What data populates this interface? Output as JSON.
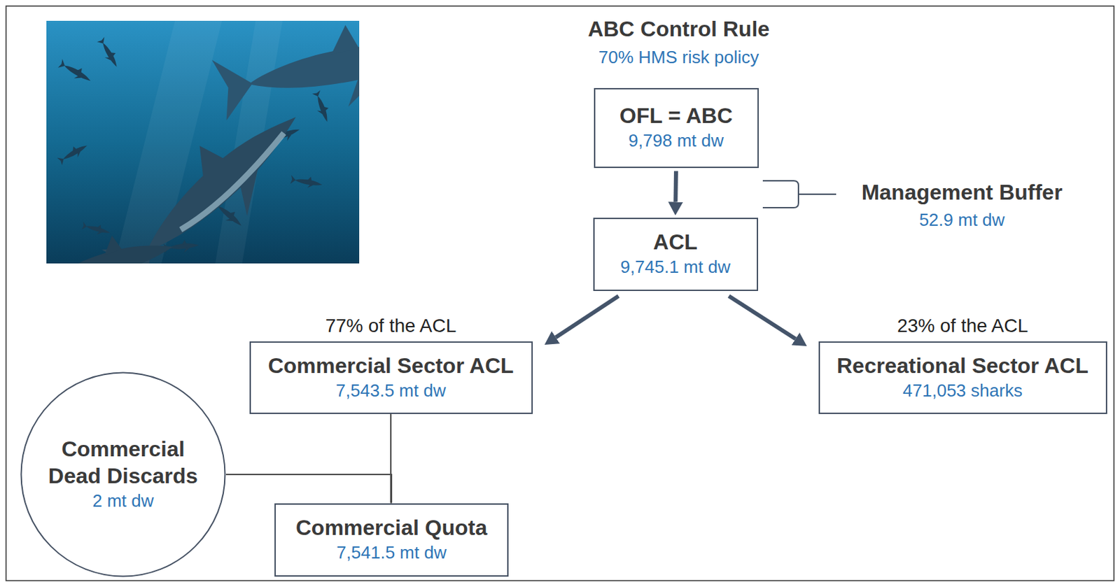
{
  "diagram": {
    "nodes": [
      {
        "text": [
          "OFL = ABC",
          "9,798 mt dw"
        ]
      },
      {
        "text": [
          "ACL",
          "9,745.1 mt dw"
        ]
      },
      {
        "text": [
          "77% of the ACL",
          "Commercial Sector ACL",
          "7,543.5 mt dw"
        ]
      },
      {
        "text": [
          "23% of the ACL",
          "Recreational Sector ACL",
          "471,053 sharks"
        ]
      },
      {
        "text": [
          "Commercial Dead Discards",
          "2 mt dw"
        ]
      },
      {
        "text": [
          "Commercial Quota",
          "7,541.5 mt dw"
        ]
      }
    ],
    "edges": [
      {
        "from": 0,
        "to": 1,
        "arrow": "to"
      },
      {
        "from": 1,
        "to": 2,
        "arrow": "to"
      },
      {
        "from": 1,
        "to": 3,
        "arrow": "to"
      },
      {
        "from": 2,
        "to": 5,
        "arrow": "none"
      },
      {
        "from": 4,
        "to": 5,
        "arrow": "none"
      }
    ],
    "labels": [
      "ABC Control Rule",
      "70% HMS risk policy",
      "Management Buffer",
      "52.9 mt dw"
    ]
  }
}
